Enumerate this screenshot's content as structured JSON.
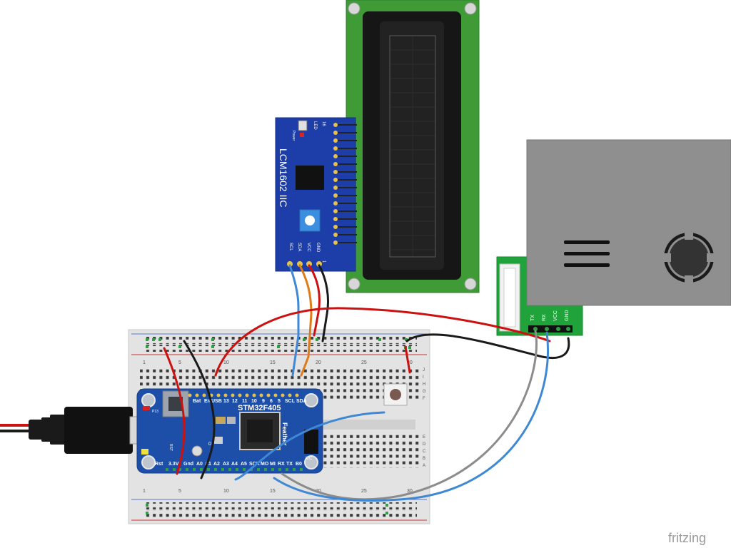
{
  "lcd_backpack": {
    "title": "LCM1602 IIC",
    "pin_labels": [
      "SCL",
      "SDA",
      "VCC",
      "GND"
    ],
    "led_label": "LED",
    "power_label": "Power",
    "pin16_label": "16",
    "pin1_label": "1"
  },
  "uart_module": {
    "pin_labels": [
      "TX",
      "RX",
      "VCC",
      "GND"
    ]
  },
  "feather": {
    "title": "STM32F405",
    "subtitle": "Feather",
    "top_pins": [
      "Bat",
      "En",
      "USB",
      "13",
      "12",
      "11",
      "10",
      "9",
      "6",
      "5",
      "SCL",
      "SDA"
    ],
    "bottom_pins": [
      "Rst",
      "3.3V",
      "Gnd",
      "A0",
      "A1",
      "A2",
      "A3",
      "A4",
      "A5",
      "SCK",
      "MO",
      "MI",
      "RX",
      "TX",
      "B0"
    ],
    "d3_label": "D3",
    "p13_label": "P13",
    "rst_label": "RST",
    "i2c_label": "I2C"
  },
  "breadboard": {
    "col_numbers": [
      "1",
      "5",
      "10",
      "15",
      "20",
      "25",
      "30"
    ],
    "row_letters_top": [
      "J",
      "I",
      "H",
      "G",
      "F"
    ],
    "row_letters_bottom": [
      "E",
      "D",
      "C",
      "B",
      "A"
    ]
  },
  "watermark": "fritzing",
  "colors": {
    "wire_red": "#cc1111",
    "wire_black": "#1a1a1a",
    "wire_blue": "#3f88d6",
    "wire_orange": "#e07b1a",
    "wire_gray": "#8c8c8c",
    "pcb_blue": "#1d4fa8",
    "lcd_green": "#3e9b36",
    "uart_green": "#1fa33a",
    "module_gray": "#8f8f8f"
  }
}
